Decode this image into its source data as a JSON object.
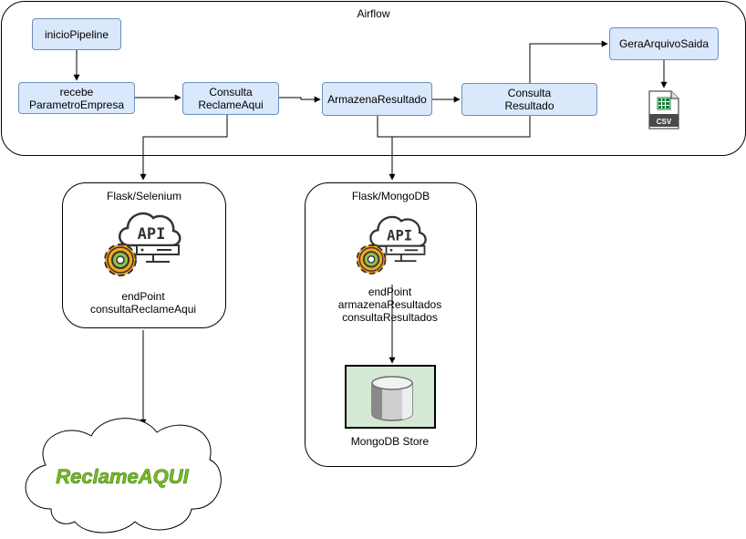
{
  "airflow": {
    "title": "Airflow",
    "nodes": {
      "inicio": "inicioPipeline",
      "recebe": "recebe\nParametroEmpresa",
      "consulta_ra": "Consulta\nReclameAqui",
      "armazena": "ArmazenaResultado",
      "consulta_res": "Consulta\nResultado",
      "gera": "GeraArquivoSaida"
    },
    "csv_icon_label": "CSV"
  },
  "flask_selenium": {
    "title": "Flask/Selenium",
    "api_icon_text": "API",
    "endpoint_label": "endPoint\nconsultaReclameAqui"
  },
  "flask_mongodb": {
    "title": "Flask/MongoDB",
    "api_icon_text": "API",
    "endpoint_label": "endPoint\narmazenaResultados\nconsultaResultados",
    "store_label": "MongoDB Store"
  },
  "external": {
    "site_logo_text": "ReclameAQUI"
  },
  "colors": {
    "node_fill": "#dae8fc",
    "node_stroke": "#6c8ebf",
    "store_fill": "#d5e8d4",
    "store_stroke": "#000000",
    "gear_orange": "#f6a41e",
    "gear_green": "#8bc34a",
    "logo_green": "#7cbc1f",
    "logo_dark": "#3a7a19"
  }
}
